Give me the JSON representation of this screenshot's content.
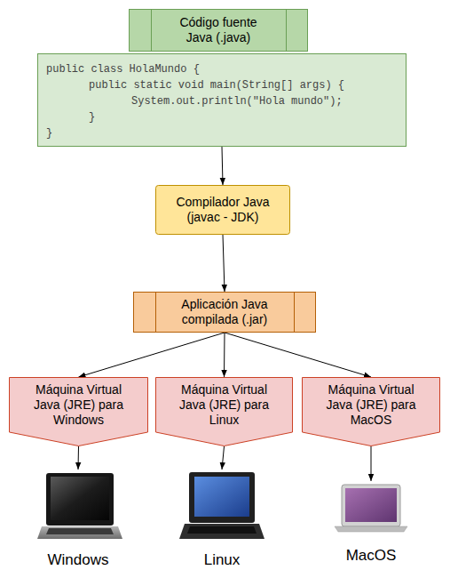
{
  "diagram": {
    "nodes": [
      {
        "text": [
          "Código fuente Java (.java)"
        ]
      },
      {
        "text": [
          "public class HolaMundo {",
          "public static void main(String[] args) {",
          "System.out.println(\"Hola mundo\");",
          "}",
          "}"
        ]
      },
      {
        "text": [
          "Compilador Java (javac - JDK)"
        ]
      },
      {
        "text": [
          "Aplicación Java compilada (.jar)"
        ]
      },
      {
        "text": [
          "Máquina Virtual Java (JRE) para Windows"
        ]
      },
      {
        "text": [
          "Máquina Virtual Java (JRE) para Linux"
        ]
      },
      {
        "text": [
          "Máquina Virtual Java (JRE) para MacOS"
        ]
      },
      {
        "text": [
          "Windows"
        ]
      },
      {
        "text": [
          "Linux"
        ]
      },
      {
        "text": [
          "MacOS"
        ]
      }
    ],
    "edges": [
      {
        "from": 1,
        "to": 2,
        "arrow": "to"
      },
      {
        "from": 2,
        "to": 3,
        "arrow": "to"
      },
      {
        "from": 3,
        "to": 4,
        "arrow": "to"
      },
      {
        "from": 3,
        "to": 5,
        "arrow": "to"
      },
      {
        "from": 3,
        "to": 6,
        "arrow": "to"
      },
      {
        "from": 4,
        "to": 7,
        "arrow": "to"
      },
      {
        "from": 5,
        "to": 8,
        "arrow": "to"
      },
      {
        "from": 6,
        "to": 9,
        "arrow": "to"
      }
    ]
  }
}
